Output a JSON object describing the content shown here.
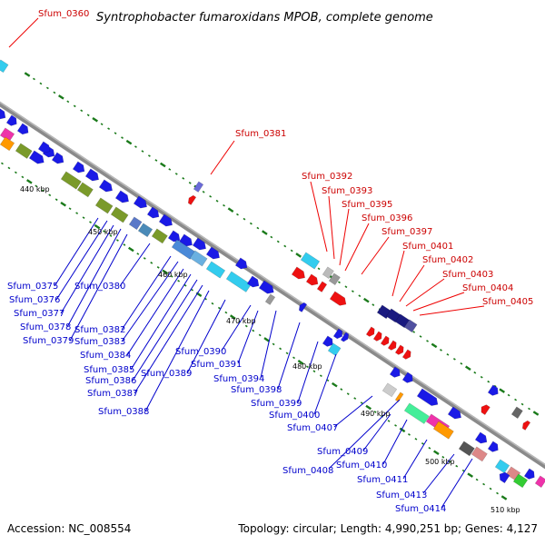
{
  "title": "Syntrophobacter fumaroxidans MPOB, complete genome",
  "accession": "Accession: NC_008554",
  "summary": "Topology: circular; Length: 4,990,251 bp; Genes: 4,127",
  "colors": {
    "backbone": "#808080",
    "backbone_dark": "#555555",
    "tick": "#1a7a1a",
    "label_blue": "#0000cc",
    "label_red": "#cc0000",
    "gene_blue": "#1a1ae6",
    "gene_cyan": "#33ccee",
    "gene_olive": "#7a9a2a",
    "gene_red": "#ee1111",
    "gene_navy": "#1a1a80",
    "gene_gray": "#999999"
  },
  "scale_labels": [
    "440 kbp",
    "450 kbp",
    "460 kbp",
    "470 kbp",
    "480 kbp",
    "490 kbp",
    "500 kbp",
    "510 kbp"
  ],
  "gene_labels_blue": [
    "Sfum_0375",
    "Sfum_0376",
    "Sfum_0377",
    "Sfum_0378",
    "Sfum_0379",
    "Sfum_0380",
    "Sfum_0382",
    "Sfum_0383",
    "Sfum_0384",
    "Sfum_0385",
    "Sfum_0386",
    "Sfum_0387",
    "Sfum_0388",
    "Sfum_0389",
    "Sfum_0390",
    "Sfum_0391",
    "Sfum_0394",
    "Sfum_0398",
    "Sfum_0399",
    "Sfum_0400",
    "Sfum_0407",
    "Sfum_0408",
    "Sfum_0409",
    "Sfum_0410",
    "Sfum_0411",
    "Sfum_0413",
    "Sfum_0414"
  ],
  "gene_labels_red": [
    "Sfum_0360",
    "Sfum_0381",
    "Sfum_0392",
    "Sfum_0393",
    "Sfum_0395",
    "Sfum_0396",
    "Sfum_0397",
    "Sfum_0401",
    "Sfum_0402",
    "Sfum_0403",
    "Sfum_0404",
    "Sfum_0405"
  ]
}
